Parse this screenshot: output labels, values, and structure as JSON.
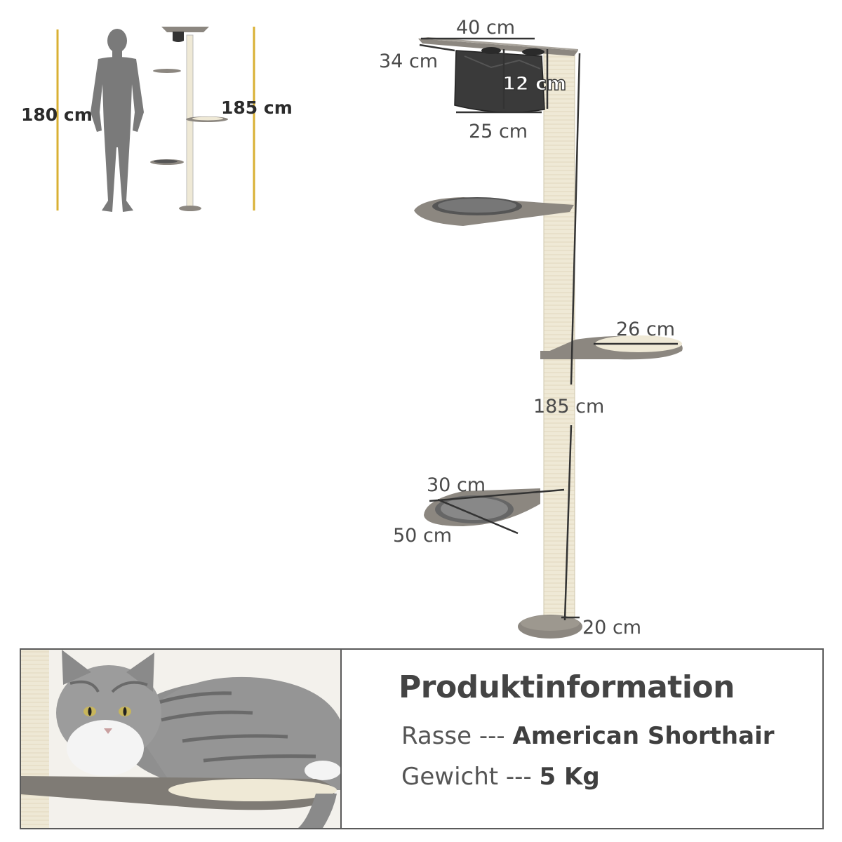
{
  "reference": {
    "person_height_label": "180 cm",
    "tree_height_label": "185 cm",
    "guide_color": "#d9b033"
  },
  "dimensions": {
    "top_width": "40 cm",
    "top_depth": "34 cm",
    "basket_depth": "12 cm",
    "basket_width": "25 cm",
    "platform_width": "26 cm",
    "total_height": "185 cm",
    "bottom_platform_depth": "30 cm",
    "bottom_platform_length": "50 cm",
    "base_diameter": "20 cm"
  },
  "info": {
    "title": "Produktinformation",
    "rows": [
      {
        "label": "Rasse",
        "separator": "---",
        "value": "American Shorthair"
      },
      {
        "label": "Gewicht",
        "separator": "---",
        "value": "5 Kg"
      }
    ]
  },
  "colors": {
    "platform": "#8c8780",
    "sisal": "#efe9d6",
    "dimension_line": "#333333"
  }
}
